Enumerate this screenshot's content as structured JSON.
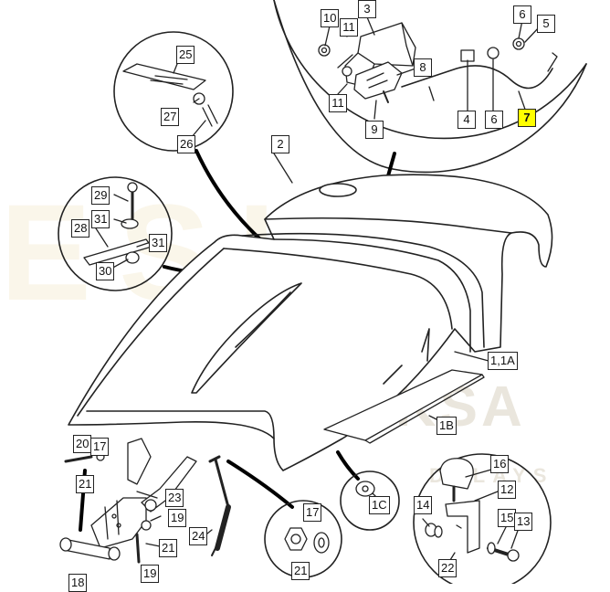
{
  "watermark": {
    "main": "DAEKSA",
    "sub": "DALAYS",
    "big": "ESKA"
  },
  "highlight_color": "#ffff00",
  "labels": {
    "n10": "10",
    "n11a": "11",
    "n3": "3",
    "n6a": "6",
    "n5": "5",
    "n8": "8",
    "n11b": "11",
    "n9": "9",
    "n4": "4",
    "n6b": "6",
    "n7": "7",
    "n25": "25",
    "n27": "27",
    "n26": "26",
    "n2": "2",
    "n29": "29",
    "n31a": "31",
    "n28": "28",
    "n31b": "31",
    "n30": "30",
    "n1_1a": "1,1A",
    "n1b": "1B",
    "n1c": "1C",
    "n20": "20",
    "n17a": "17",
    "n21a": "21",
    "n23": "23",
    "n19a": "19",
    "n21b": "21",
    "n24": "24",
    "n19b": "19",
    "n18": "18",
    "n17b": "17",
    "n21c": "21",
    "n16": "16",
    "n12": "12",
    "n14": "14",
    "n15": "15",
    "n13": "13",
    "n22": "22"
  }
}
